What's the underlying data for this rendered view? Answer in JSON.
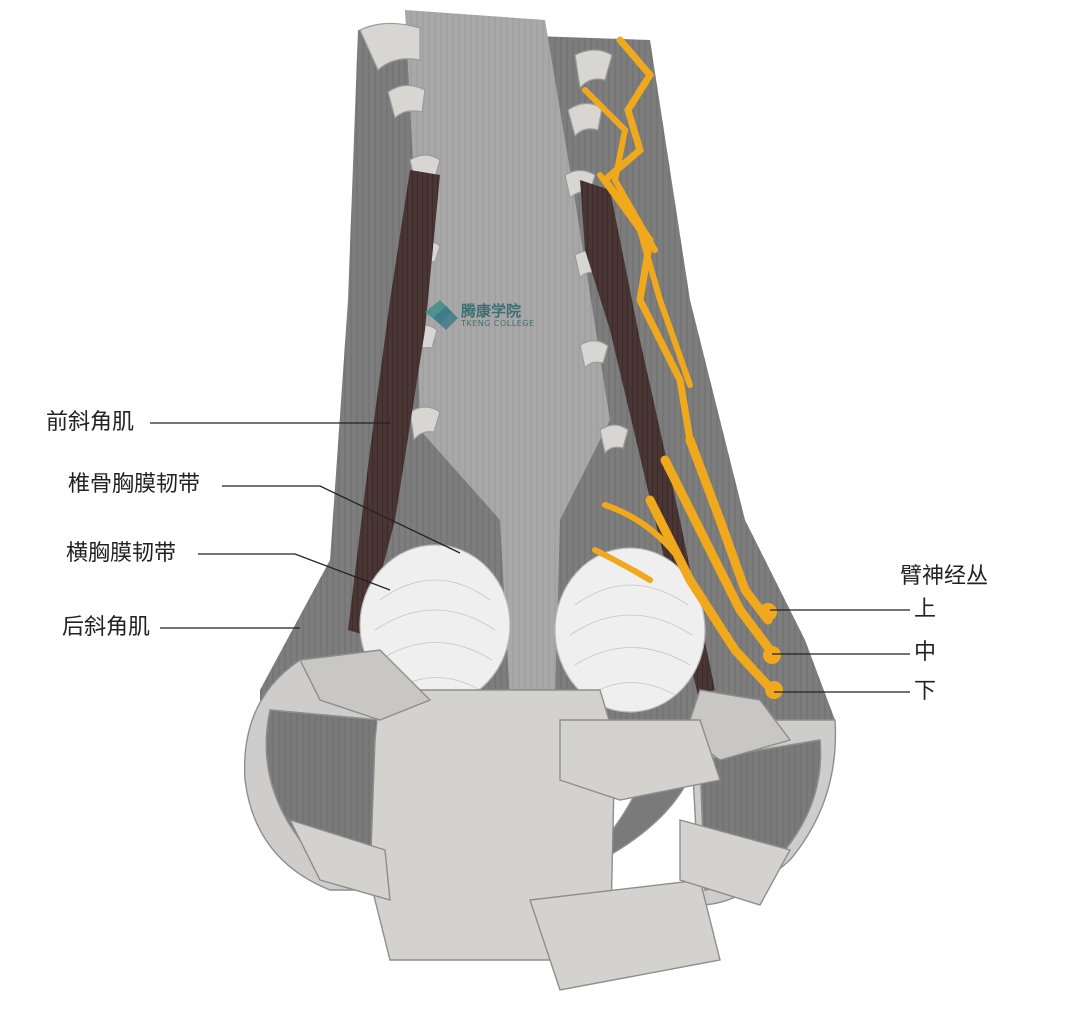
{
  "labels": {
    "anterior_scalene": "前斜角肌",
    "vertebropleural_ligament": "椎骨胸膜韧带",
    "transverse_pleural_ligament": "横胸膜韧带",
    "posterior_scalene": "后斜角肌",
    "brachial_plexus": "臂神经丛",
    "upper_trunk": "上",
    "middle_trunk": "中",
    "lower_trunk": "下"
  },
  "watermark": {
    "name": "腾康学院",
    "subtitle": "TKENG COLLEGE"
  },
  "colors": {
    "muscle_dark": "#4a3535",
    "muscle_gray": "#7f7f7f",
    "fascia_light": "#a9a9a9",
    "bone": "#cfcdcb",
    "nerve": "#f0a81c",
    "leader_line": "#222222"
  }
}
